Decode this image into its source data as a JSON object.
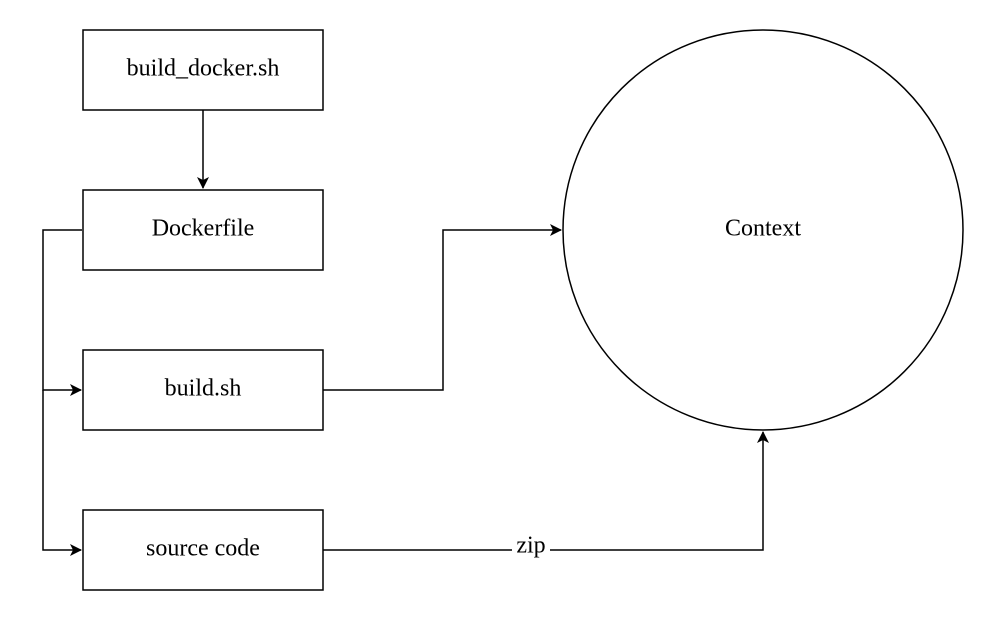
{
  "nodes": {
    "build_docker": {
      "label": "build_docker.sh"
    },
    "dockerfile": {
      "label": "Dockerfile"
    },
    "build_sh": {
      "label": "build.sh"
    },
    "source_code": {
      "label": "source code"
    },
    "context": {
      "label": "Context"
    }
  },
  "edges": {
    "build_docker_to_dockerfile": {
      "from": "build_docker.sh",
      "to": "Dockerfile",
      "label": ""
    },
    "dockerfile_to_build_sh": {
      "from": "Dockerfile",
      "to": "build.sh",
      "label": ""
    },
    "dockerfile_to_source_code": {
      "from": "Dockerfile",
      "to": "source code",
      "label": ""
    },
    "build_sh_to_context": {
      "from": "build.sh",
      "to": "Context",
      "label": ""
    },
    "source_code_to_context": {
      "from": "source code",
      "to": "Context",
      "label": "zip"
    }
  }
}
